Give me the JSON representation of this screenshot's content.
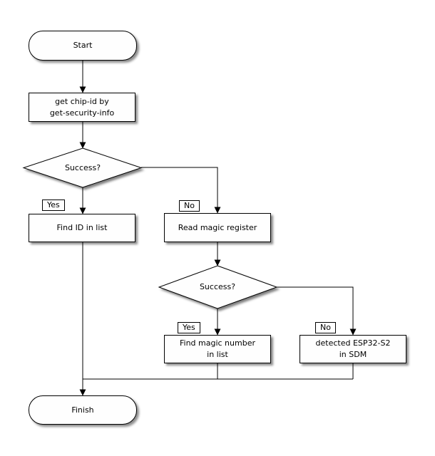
{
  "diagram": {
    "type": "flowchart",
    "colors": {
      "background": "#ffffff",
      "node_fill": "#fefefe",
      "node_border": "#000000",
      "text": "#000000",
      "shadow": "#808080"
    },
    "nodes": {
      "start": {
        "label": "Start",
        "shape": "stadium"
      },
      "get_chip_id": {
        "label": "get chip-id by\nget-security-info",
        "shape": "rect"
      },
      "decision1": {
        "label": "Success?",
        "shape": "diamond"
      },
      "find_id": {
        "label": "Find ID in list",
        "shape": "rect"
      },
      "read_magic": {
        "label": "Read magic register",
        "shape": "rect"
      },
      "decision2": {
        "label": "Success?",
        "shape": "diamond"
      },
      "find_magic": {
        "label": "Find magic number\nin list",
        "shape": "rect"
      },
      "detected_sdm": {
        "label": "detected ESP32-S2\nin SDM",
        "shape": "rect"
      },
      "finish": {
        "label": "Finish",
        "shape": "stadium"
      }
    },
    "edge_labels": {
      "decision1_yes": "Yes",
      "decision1_no": "No",
      "decision2_yes": "Yes",
      "decision2_no": "No"
    }
  }
}
